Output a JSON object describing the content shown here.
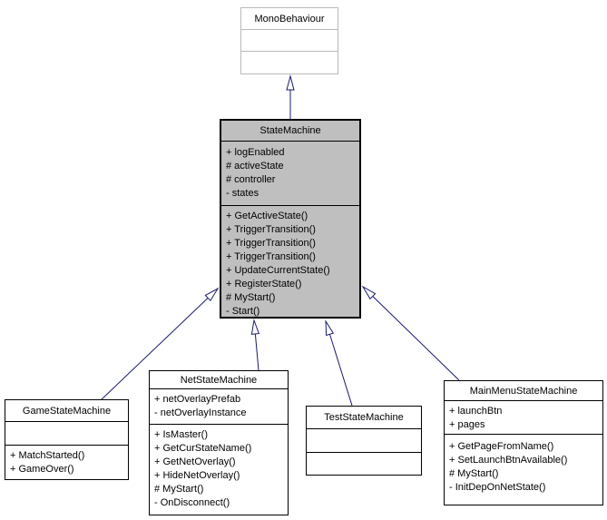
{
  "colors": {
    "edge": "#191970",
    "current_node_fill": "#bfbfbf",
    "node_border": "#000000",
    "external_node_border": "#b9b9b9"
  },
  "classes": {
    "monobehaviour": {
      "title": "MonoBehaviour",
      "fields": [],
      "methods": []
    },
    "statemachine": {
      "title": "StateMachine",
      "fields": [
        "+ logEnabled",
        "# activeState",
        "# controller",
        "- states"
      ],
      "methods": [
        "+ GetActiveState()",
        "+ TriggerTransition()",
        "+ TriggerTransition()",
        "+ TriggerTransition()",
        "+ UpdateCurrentState()",
        "+ RegisterState()",
        "# MyStart()",
        "- Start()"
      ]
    },
    "gamestatemachine": {
      "title": "GameStateMachine",
      "fields": [],
      "methods": [
        "+ MatchStarted()",
        "+ GameOver()"
      ]
    },
    "netstatemachine": {
      "title": "NetStateMachine",
      "fields": [
        "+ netOverlayPrefab",
        "- netOverlayInstance"
      ],
      "methods": [
        "+ IsMaster()",
        "+ GetCurStateName()",
        "+ GetNetOverlay()",
        "+ HideNetOverlay()",
        "# MyStart()",
        "- OnDisconnect()"
      ]
    },
    "teststatemachine": {
      "title": "TestStateMachine",
      "fields": [],
      "methods": []
    },
    "mainmenustatemachine": {
      "title": "MainMenuStateMachine",
      "fields": [
        "+ launchBtn",
        "+ pages"
      ],
      "methods": [
        "+ GetPageFromName()",
        "+ SetLaunchBtnAvailable()",
        "# MyStart()",
        "- InitDepOnNetState()"
      ]
    }
  },
  "edges": [
    {
      "from": "StateMachine",
      "to": "MonoBehaviour",
      "type": "inheritance"
    },
    {
      "from": "GameStateMachine",
      "to": "StateMachine",
      "type": "inheritance"
    },
    {
      "from": "NetStateMachine",
      "to": "StateMachine",
      "type": "inheritance"
    },
    {
      "from": "TestStateMachine",
      "to": "StateMachine",
      "type": "inheritance"
    },
    {
      "from": "MainMenuStateMachine",
      "to": "StateMachine",
      "type": "inheritance"
    }
  ]
}
